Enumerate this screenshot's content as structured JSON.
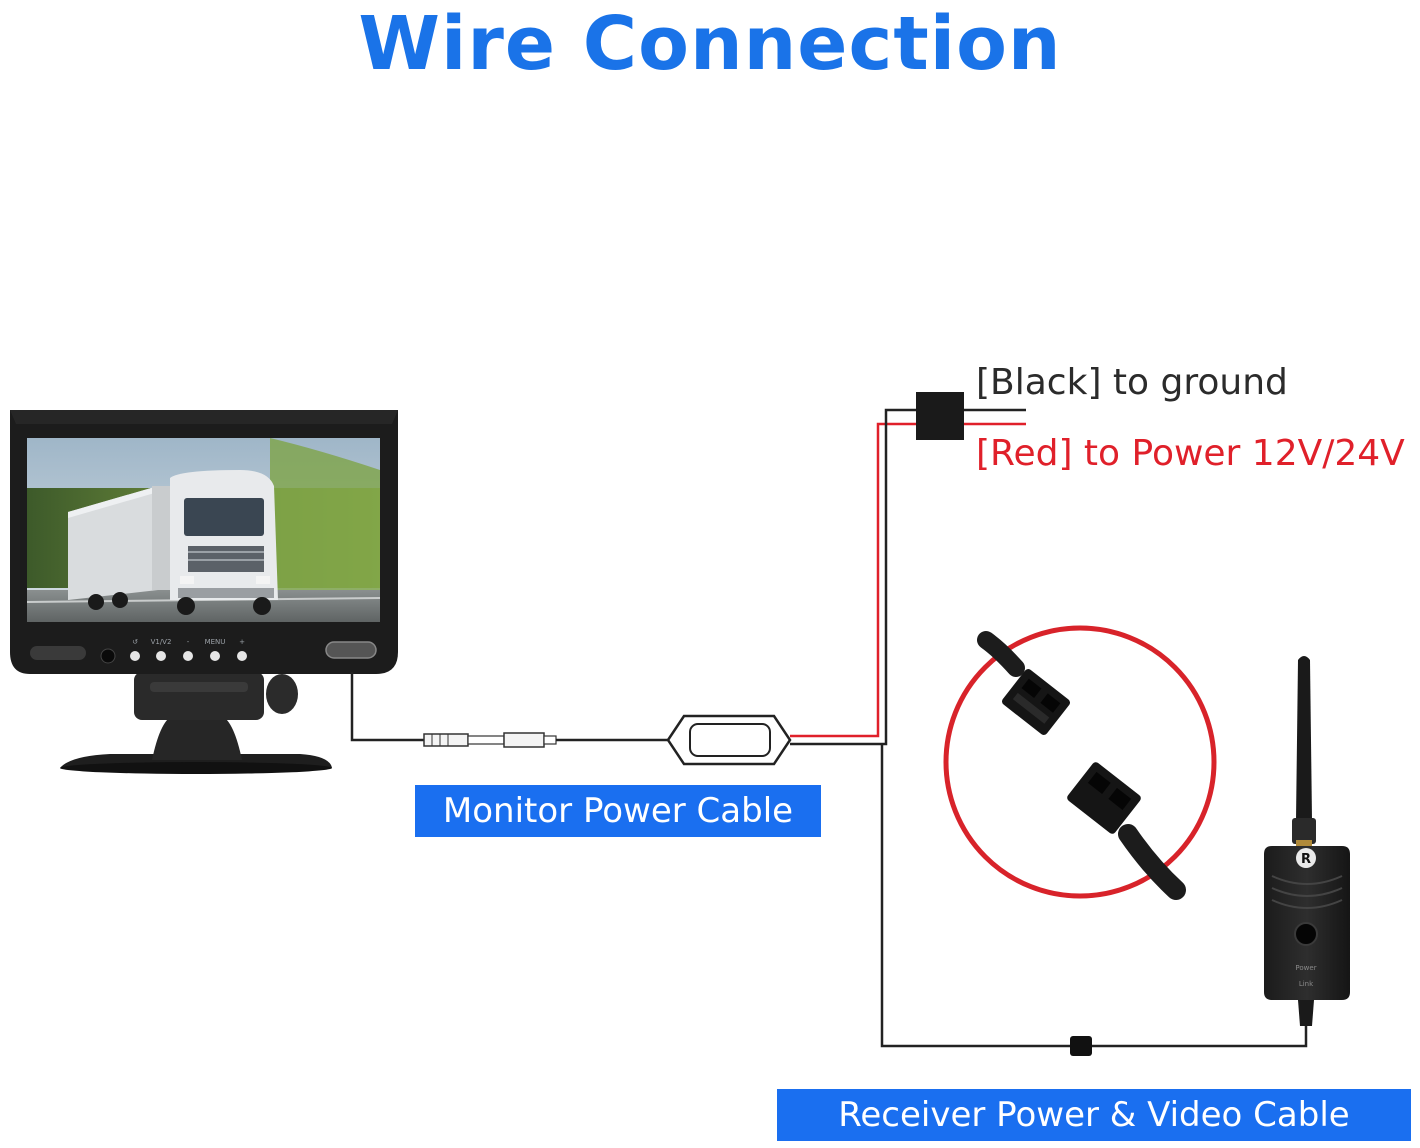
{
  "title": "Wire Connection",
  "labels": {
    "black_wire": "[Black] to ground",
    "red_wire": "[Red] to Power 12V/24V",
    "monitor_cable": "Monitor Power Cable",
    "receiver_cable": "Receiver Power & Video Cable"
  },
  "monitor": {
    "button_labels": [
      "↺",
      "V1/V2",
      "-",
      "MENU",
      "+"
    ]
  },
  "receiver": {
    "badge_letter": "R",
    "led_labels": [
      "Power",
      "Link"
    ]
  },
  "colors": {
    "title": "#1a73e8",
    "badge_bg": "#1a6ff0",
    "red_wire": "#e0202a",
    "black_wire": "#222222",
    "circle": "#d8232a",
    "label_black": "#2b2b2b",
    "label_red": "#e0202a"
  }
}
